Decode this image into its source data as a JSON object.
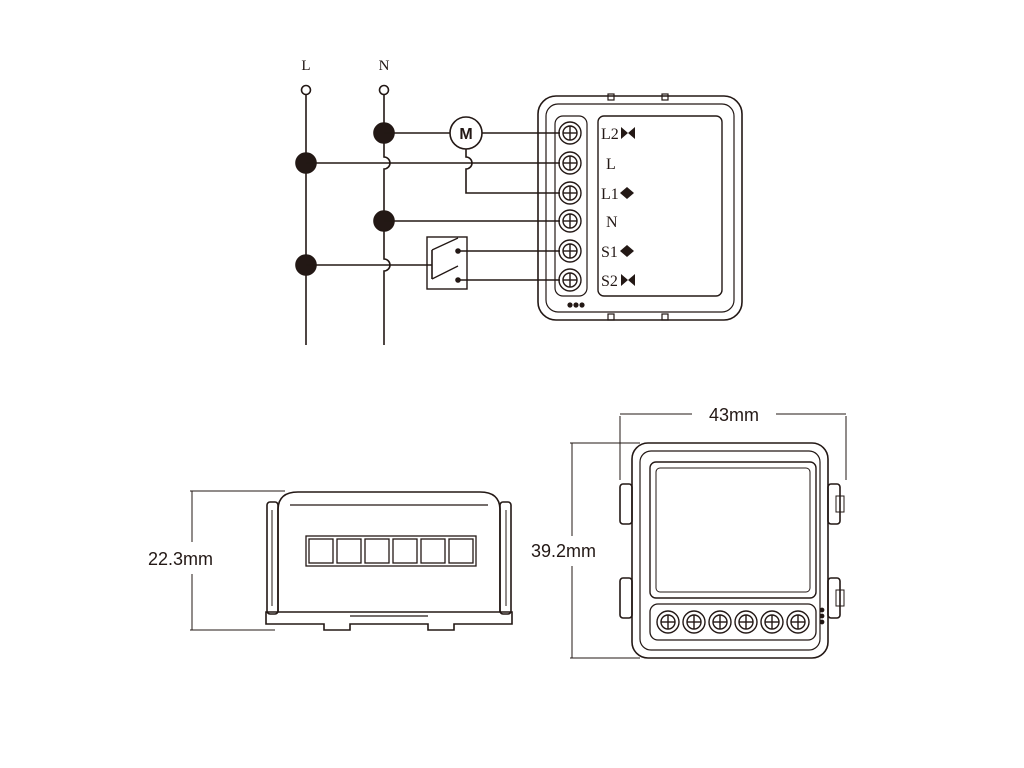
{
  "wiring": {
    "bus_labels": {
      "line": "L",
      "neutral": "N"
    },
    "motor_label": "M",
    "terminals": [
      {
        "label": "L2",
        "icon": "bowtie-icon"
      },
      {
        "label": "L",
        "icon": ""
      },
      {
        "label": "L1",
        "icon": "diamond-icon"
      },
      {
        "label": "N",
        "icon": ""
      },
      {
        "label": "S1",
        "icon": "diamond-icon"
      },
      {
        "label": "S2",
        "icon": "bowtie-icon"
      }
    ]
  },
  "dimensions": {
    "side_height": "22.3mm",
    "front_width": "43mm",
    "front_height": "39.2mm"
  },
  "colors": {
    "ink": "#231815",
    "background": "#ffffff"
  }
}
